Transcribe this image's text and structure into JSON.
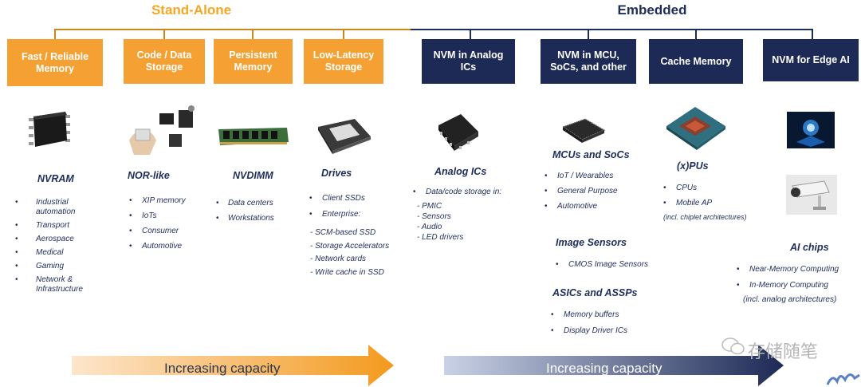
{
  "groups": {
    "standalone_title": "Stand-Alone",
    "embedded_title": "Embedded"
  },
  "boxes": [
    "Fast / Reliable Memory",
    "Code / Data Storage",
    "Persistent Memory",
    "Low-Latency Storage",
    "NVM in Analog ICs",
    "NVM in MCU, SoCs, and other",
    "Cache Memory",
    "NVM for Edge AI"
  ],
  "columns": {
    "nvram": {
      "title": "NVRAM",
      "items": [
        "Industrial automation",
        "Transport",
        "Aerospace",
        "Medical",
        "Gaming",
        "Network & Infrastructure"
      ]
    },
    "norlike": {
      "title": "NOR-like",
      "items": [
        "XIP memory",
        "IoTs",
        "Consumer",
        "Automotive"
      ]
    },
    "nvdimm": {
      "title": "NVDIMM",
      "items": [
        "Data centers",
        "Workstations"
      ]
    },
    "drives": {
      "title": "Drives",
      "items": [
        "Client SSDs",
        "Enterprise:"
      ],
      "dash_items": [
        "- SCM-based SSD",
        "- Storage Accelerators",
        "- Network cards",
        "- Write cache in SSD"
      ]
    },
    "analog": {
      "title": "Analog ICs",
      "items": [
        "Data/code storage in:"
      ],
      "dash_items": [
        "- PMIC",
        "- Sensors",
        "- Audio",
        "- LED drivers"
      ]
    },
    "mcus": {
      "title": "MCUs and SoCs",
      "items": [
        "IoT / Wearables",
        "General Purpose",
        "Automotive"
      ]
    },
    "image": {
      "title": "Image Sensors",
      "items": [
        "CMOS Image Sensors"
      ]
    },
    "asics": {
      "title": "ASICs and ASSPs",
      "items": [
        "Memory buffers",
        "Display Driver ICs"
      ]
    },
    "xpus": {
      "title": "(x)PUs",
      "items": [
        "CPUs",
        "Mobile AP"
      ],
      "note": "(incl. chiplet architectures)"
    },
    "aichips": {
      "title": "AI chips",
      "items": [
        "Near-Memory Computing",
        "In-Memory Computing"
      ],
      "note": "(incl. analog architectures)"
    }
  },
  "arrows": {
    "standalone_label": "Increasing capacity",
    "embedded_label": "Increasing capacity"
  },
  "watermark": "存储随笔",
  "colors": {
    "orange": "#f5a033",
    "navy": "#1e2a56",
    "text_navy": "#1e2d5a"
  }
}
